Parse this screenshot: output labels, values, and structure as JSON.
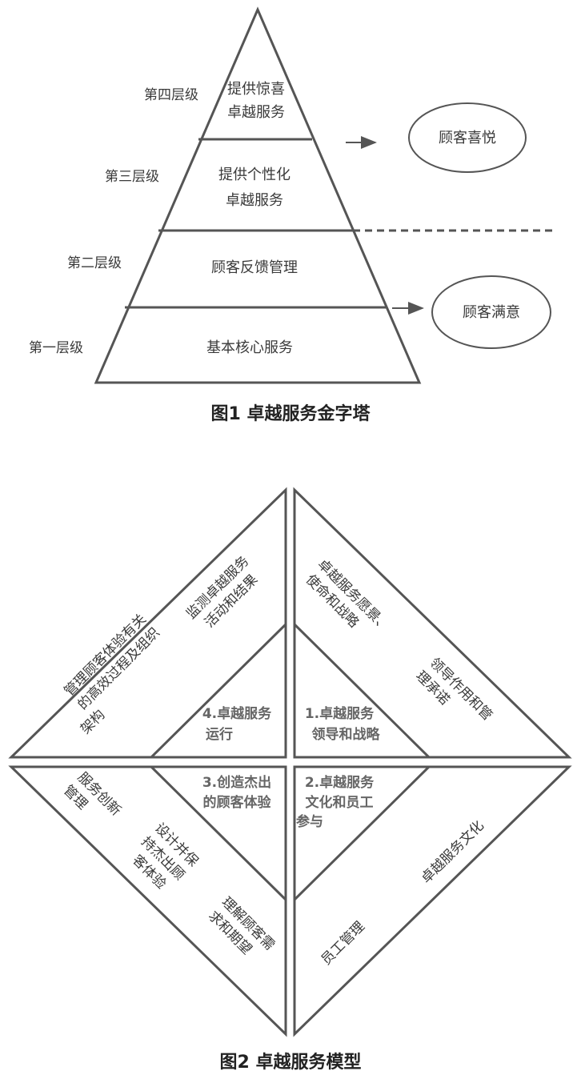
{
  "figure1": {
    "caption": "图1  卓越服务金字塔",
    "levels": [
      "第四层级",
      "第三层级",
      "第二层级",
      "第一层级"
    ],
    "tiers": [
      [
        "提供惊喜",
        "卓越服务"
      ],
      [
        "提供个性化",
        "卓越服务"
      ],
      [
        "顾客反馈管理"
      ],
      [
        "基本核心服务"
      ]
    ],
    "outcomes": [
      "顾客喜悦",
      "顾客满意"
    ]
  },
  "figure2": {
    "caption": "图2  卓越服务模型",
    "inner": [
      [
        "4.卓越服务",
        "运行"
      ],
      [
        "1.卓越服务",
        "领导和战略"
      ],
      [
        "3.创造杰出",
        "的顾客体验"
      ],
      [
        "2.卓越服务",
        "文化和员工",
        "参与"
      ]
    ],
    "top_left": [
      [
        "监测卓越服务",
        "活动和结果"
      ],
      [
        "管理顾客体验有关",
        "的高效过程及组织",
        "架构"
      ]
    ],
    "top_right": [
      [
        "卓越服务愿景、",
        "使命和战略"
      ],
      [
        "领导作用和管",
        "理承诺"
      ]
    ],
    "bottom_left": [
      [
        "服务创新",
        "管理"
      ],
      [
        "设计并保",
        "持杰出顾",
        "客体验"
      ],
      [
        "理解顾客需",
        "求和期望"
      ]
    ],
    "bottom_right": [
      [
        "卓越服务文化"
      ],
      [
        "员工管理"
      ]
    ]
  }
}
